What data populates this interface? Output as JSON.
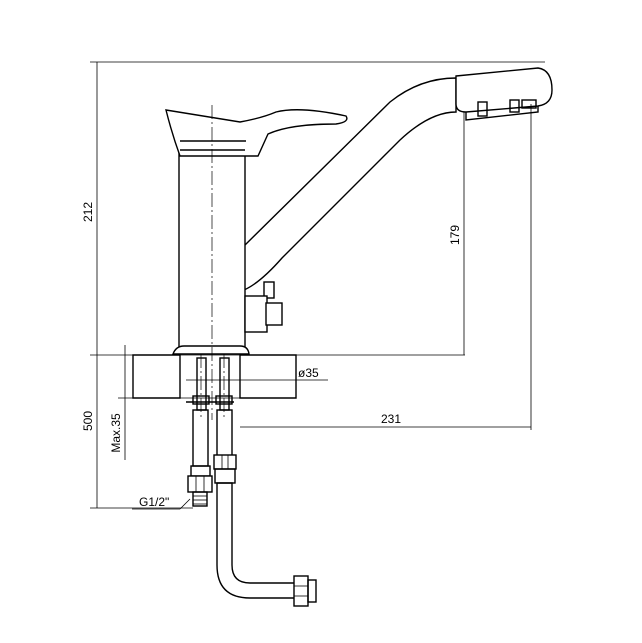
{
  "dimensions": {
    "total_height": "212",
    "spout_height": "179",
    "spout_reach": "231",
    "hose_length": "500",
    "max_thickness": "Max.35",
    "hole_diameter": "ø35",
    "thread": "G1/2\""
  }
}
